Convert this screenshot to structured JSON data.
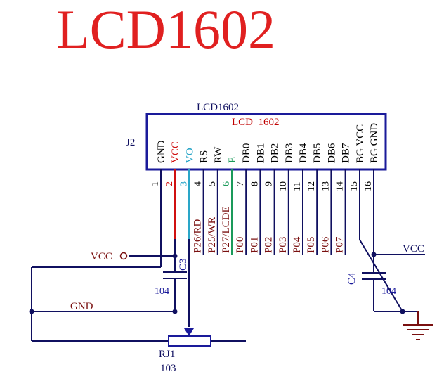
{
  "title": "LCD1602",
  "colors": {
    "title": "#e02020",
    "wire": "#101060",
    "pin_text": "#000000",
    "label_red": "#c00000",
    "label_cyan": "#2aa6c8",
    "label_green": "#1a9a5a",
    "label_dark": "#7a1010",
    "component": "#1a1a9a",
    "net_blue": "#101060"
  },
  "chip": {
    "designator": "J2",
    "part_name": "LCD1602",
    "inner_label": "LCD  1602",
    "pins": [
      {
        "num": "1",
        "name": "GND",
        "color": "#000000",
        "net": ""
      },
      {
        "num": "2",
        "name": "VCC",
        "color": "#d01010",
        "net": ""
      },
      {
        "num": "3",
        "name": "VO",
        "color": "#2aa6c8",
        "net": ""
      },
      {
        "num": "4",
        "name": "RS",
        "color": "#000000",
        "net": "P26/RD"
      },
      {
        "num": "5",
        "name": "RW",
        "color": "#000000",
        "net": "P25/WR"
      },
      {
        "num": "6",
        "name": "E",
        "color": "#1a9a5a",
        "net": "P27/LCDE"
      },
      {
        "num": "7",
        "name": "DB0",
        "color": "#000000",
        "net": "P00"
      },
      {
        "num": "8",
        "name": "DB1",
        "color": "#000000",
        "net": "P01"
      },
      {
        "num": "9",
        "name": "DB2",
        "color": "#000000",
        "net": "P02"
      },
      {
        "num": "10",
        "name": "DB3",
        "color": "#000000",
        "net": "P03"
      },
      {
        "num": "11",
        "name": "DB4",
        "color": "#000000",
        "net": "P04"
      },
      {
        "num": "12",
        "name": "DB5",
        "color": "#000000",
        "net": "P05"
      },
      {
        "num": "13",
        "name": "DB6",
        "color": "#000000",
        "net": "P06"
      },
      {
        "num": "14",
        "name": "DB7",
        "color": "#000000",
        "net": "P07"
      },
      {
        "num": "15",
        "name": "BG VCC",
        "color": "#000000",
        "net": ""
      },
      {
        "num": "16",
        "name": "BG GND",
        "color": "#000000",
        "net": ""
      }
    ]
  },
  "labels": {
    "vcc_left": "VCC",
    "vcc_right": "VCC",
    "gnd": "GND",
    "c3_name": "C3",
    "c3_value": "104",
    "c4_name": "C4",
    "c4_value": "104",
    "rj1_name": "RJ1",
    "rj1_value": "103"
  }
}
